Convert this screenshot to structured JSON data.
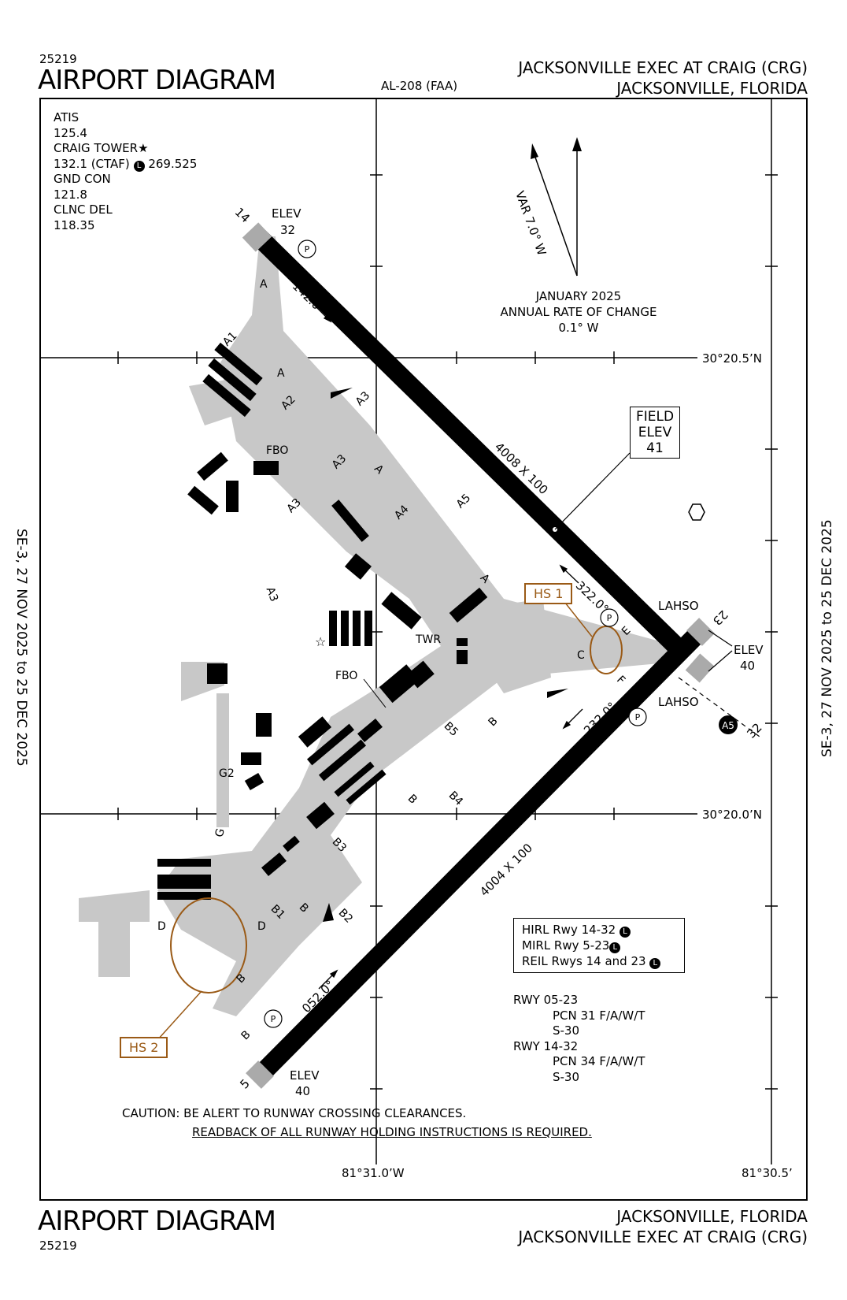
{
  "header": {
    "procedure_number": "25219",
    "title": "AIRPORT DIAGRAM",
    "chart_id": "AL-208 (FAA)",
    "airport_name": "JACKSONVILLE EXEC AT CRAIG (CRG)",
    "city_state": "JACKSONVILLE, FLORIDA"
  },
  "footer": {
    "title": "AIRPORT DIAGRAM",
    "procedure_number": "25219",
    "city_state": "JACKSONVILLE, FLORIDA",
    "airport_name": "JACKSONVILLE EXEC AT CRAIG (CRG)"
  },
  "side_label": "SE-3, 27 NOV 2025 to 25 DEC 2025",
  "frequencies": {
    "atis_label": "ATIS",
    "atis": "125.4",
    "tower_label": "CRAIG TOWER",
    "tower": "132.1 (CTAF)",
    "tower_uhf": "269.525",
    "gnd_label": "GND CON",
    "gnd": "121.8",
    "clnc_label": "CLNC DEL",
    "clnc": "118.35"
  },
  "magnetic": {
    "variation": "VAR 7.0° W",
    "date": "JANUARY 2025",
    "rate_label": "ANNUAL RATE OF CHANGE",
    "rate": "0.1° W"
  },
  "coords": {
    "lat_north": "30°20.5’N",
    "lat_south": "30°20.0’N",
    "lon_west": "81°31.0’W",
    "lon_east": "81°30.5’"
  },
  "field_elev": {
    "label1": "FIELD",
    "label2": "ELEV",
    "value": "41"
  },
  "runways": {
    "rwy14_label": "14",
    "rwy14_elev_label": "ELEV",
    "rwy14_elev": "32",
    "rwy14_32_dims": "4008 X 100",
    "rwy14_heading": "142.0°",
    "rwy32_heading": "322.0°",
    "rwy32_label": "32",
    "rwy23_label": "23",
    "rwy23_elev_label": "ELEV",
    "rwy23_elev": "40",
    "rwy23_heading": "232.0°",
    "rwy05_23_dims": "4004 X 100",
    "rwy05_heading": "052.0°",
    "rwy05_label": "5",
    "rwy05_elev_label": "ELEV",
    "rwy05_elev": "40",
    "lahso": "LAHSO"
  },
  "taxiways": [
    "A",
    "A1",
    "A",
    "A2",
    "A3",
    "A3",
    "A3",
    "A3",
    "A",
    "A4",
    "A5",
    "A",
    "C",
    "E",
    "F",
    "B",
    "B5",
    "B4",
    "B",
    "B3",
    "B2",
    "B",
    "B1",
    "D",
    "D",
    "B",
    "B",
    "G",
    "G2"
  ],
  "labels": {
    "fbo1": "FBO",
    "fbo2": "FBO",
    "twr": "TWR",
    "parking": "P",
    "hotspot_marker": "A5"
  },
  "hotspots": [
    "HS 1",
    "HS 2"
  ],
  "lighting": {
    "line1": "HIRL Rwy 14-32",
    "line2": "MIRL Rwy 5-23",
    "line3": "REIL Rwys 14 and 23"
  },
  "pcn": {
    "rwy1": "RWY 05-23",
    "rwy1_pcn": "PCN 31 F/A/W/T",
    "rwy1_s": "S-30",
    "rwy2": "RWY 14-32",
    "rwy2_pcn": "PCN 34 F/A/W/T",
    "rwy2_s": "S-30"
  },
  "caution": {
    "line1": "CAUTION: BE ALERT TO RUNWAY CROSSING CLEARANCES.",
    "line2": "READBACK OF ALL RUNWAY HOLDING INSTRUCTIONS IS REQUIRED."
  },
  "lighting_badge": "L"
}
